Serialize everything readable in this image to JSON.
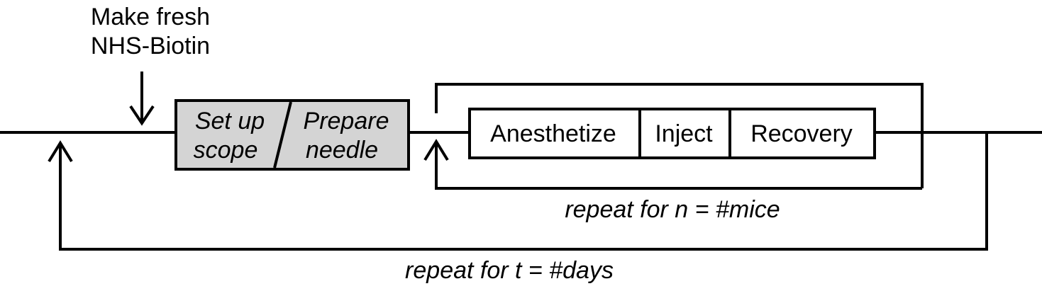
{
  "top_note": {
    "line1": "Make fresh",
    "line2": "NHS-Biotin"
  },
  "prep_box": {
    "left_line1": "Set up",
    "left_line2": "scope",
    "right_line1": "Prepare",
    "right_line2": "needle"
  },
  "mouse_steps": [
    "Anesthetize",
    "Inject",
    "Recovery"
  ],
  "inner_loop_label": "repeat for n = #mice",
  "outer_loop_label": "repeat for t = #days",
  "colors": {
    "line": "#000000",
    "prep_fill": "#d4d4d4",
    "step_fill": "#ffffff"
  }
}
